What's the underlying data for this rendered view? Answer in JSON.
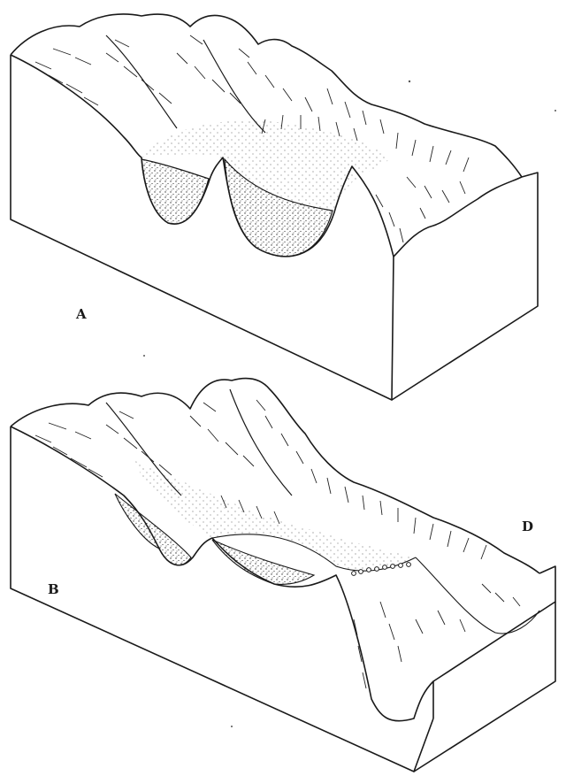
{
  "labels": {
    "a": "A",
    "b": "B",
    "d": "D"
  },
  "colors": {
    "ink": "#1a1a1a",
    "paper": "#ffffff",
    "stipple": "#333333"
  }
}
